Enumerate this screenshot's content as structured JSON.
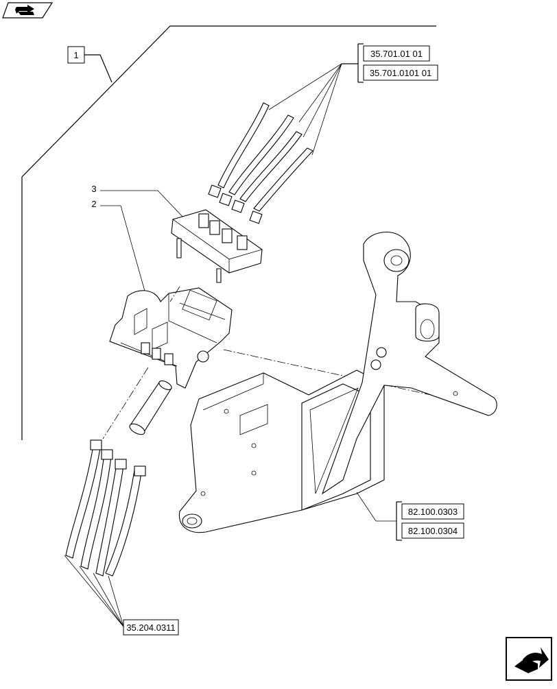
{
  "callouts": {
    "item_1": "1",
    "item_2": "2",
    "item_3": "3",
    "ref_top_1": "35.701.01 01",
    "ref_top_2": "35.701.0101 01",
    "ref_right_1": "82.100.0303",
    "ref_right_2": "82.100.0304",
    "ref_bottom": "35.204.0311"
  },
  "icons": {
    "top_left": "nav-back-arrow-icon",
    "bottom_right": "nav-forward-arrow-icon"
  }
}
